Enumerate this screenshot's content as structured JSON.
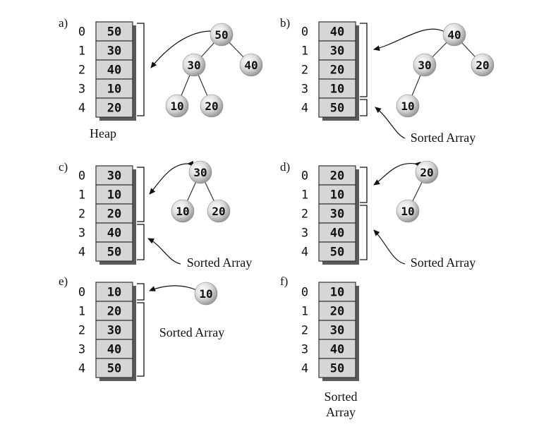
{
  "panels": [
    {
      "label": "a)",
      "indices": [
        "0",
        "1",
        "2",
        "3",
        "4"
      ],
      "cells": [
        "50",
        "30",
        "40",
        "10",
        "20"
      ],
      "nodes": [
        "50",
        "30",
        "40",
        "10",
        "20"
      ],
      "captions": [
        "Heap"
      ]
    },
    {
      "label": "b)",
      "indices": [
        "0",
        "1",
        "2",
        "3",
        "4"
      ],
      "cells": [
        "40",
        "30",
        "20",
        "10",
        "50"
      ],
      "nodes": [
        "40",
        "30",
        "20",
        "10"
      ],
      "captions": [
        "Sorted Array"
      ]
    },
    {
      "label": "c)",
      "indices": [
        "0",
        "1",
        "2",
        "3",
        "4"
      ],
      "cells": [
        "30",
        "10",
        "20",
        "40",
        "50"
      ],
      "nodes": [
        "30",
        "10",
        "20"
      ],
      "captions": [
        "Sorted Array"
      ]
    },
    {
      "label": "d)",
      "indices": [
        "0",
        "1",
        "2",
        "3",
        "4"
      ],
      "cells": [
        "20",
        "10",
        "30",
        "40",
        "50"
      ],
      "nodes": [
        "20",
        "10"
      ],
      "captions": [
        "Sorted Array"
      ]
    },
    {
      "label": "e)",
      "indices": [
        "0",
        "1",
        "2",
        "3",
        "4"
      ],
      "cells": [
        "10",
        "20",
        "30",
        "40",
        "50"
      ],
      "nodes": [
        "10"
      ],
      "captions": [
        "Sorted Array"
      ]
    },
    {
      "label": "f)",
      "indices": [
        "0",
        "1",
        "2",
        "3",
        "4"
      ],
      "cells": [
        "10",
        "20",
        "30",
        "40",
        "50"
      ],
      "nodes": [],
      "captions": [
        "Sorted",
        "Array"
      ]
    }
  ],
  "colors": {
    "cell_fill": "#d6d6d6",
    "cell_shadow": "#5a5a5a",
    "node_light": "#ffffff",
    "node_dark": "#9a9a9a"
  }
}
